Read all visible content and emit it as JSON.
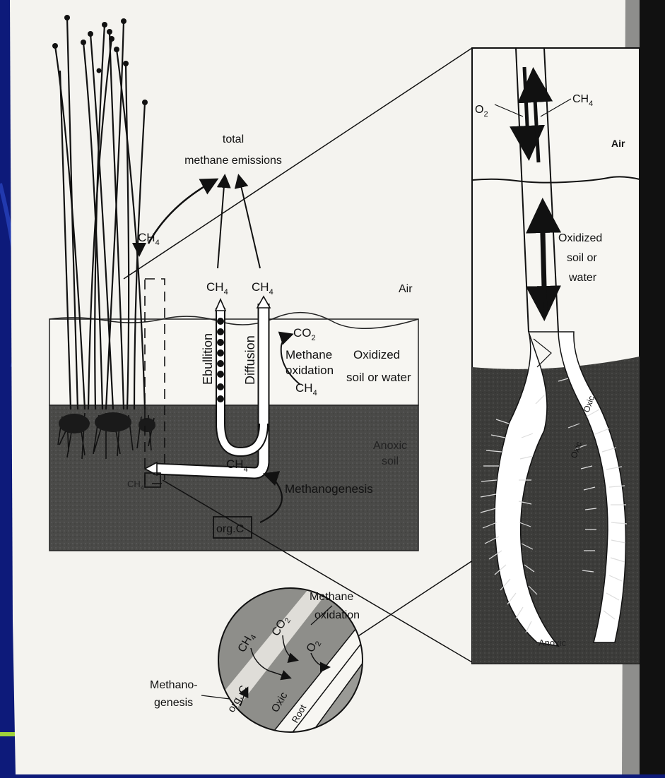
{
  "colors": {
    "background": "#0d1a7a",
    "paper": "#f4f3ef",
    "soil_dark": "#4a4a48",
    "soil_medium": "#8e8e8a",
    "ink": "#111111"
  },
  "main_diagram": {
    "ch4_plant": "CH",
    "total_emissions_line1": "total",
    "total_emissions_line2": "methane emissions",
    "ch4_left": "CH",
    "ch4_right": "CH",
    "air": "Air",
    "ebullition": "Ebullition",
    "diffusion": "Diffusion",
    "co2": "CO",
    "methane_oxidation_1": "Methane",
    "methane_oxidation_2": "oxidation",
    "ch4_oxidation": "CH",
    "oxidized_1": "Oxidized",
    "oxidized_2": "soil or water",
    "anoxic_1": "Anoxic",
    "anoxic_2": "soil",
    "ch4_channel": "CH",
    "methanogenesis": "Methanogenesis",
    "org_c": "org.C",
    "ch4_root": "CH"
  },
  "root_panel": {
    "o2": "O",
    "ch4": "CH",
    "air": "Air",
    "oxidized_1": "Oxidized",
    "oxidized_2": "soil or",
    "oxidized_3": "water",
    "oxic_1": "Oxic",
    "oxic_2": "Oxic",
    "anoxic": "Anoxic"
  },
  "inset": {
    "methane_oxidation_1": "Methane",
    "methane_oxidation_2": "oxidation",
    "methanogenesis_1": "Methano-",
    "methanogenesis_2": "genesis",
    "ch4": "CH",
    "co2": "CO",
    "o2": "O",
    "org_c": "org. C",
    "oxic": "Oxic",
    "root": "Root"
  },
  "subscripts": {
    "four": "4",
    "two": "2"
  }
}
